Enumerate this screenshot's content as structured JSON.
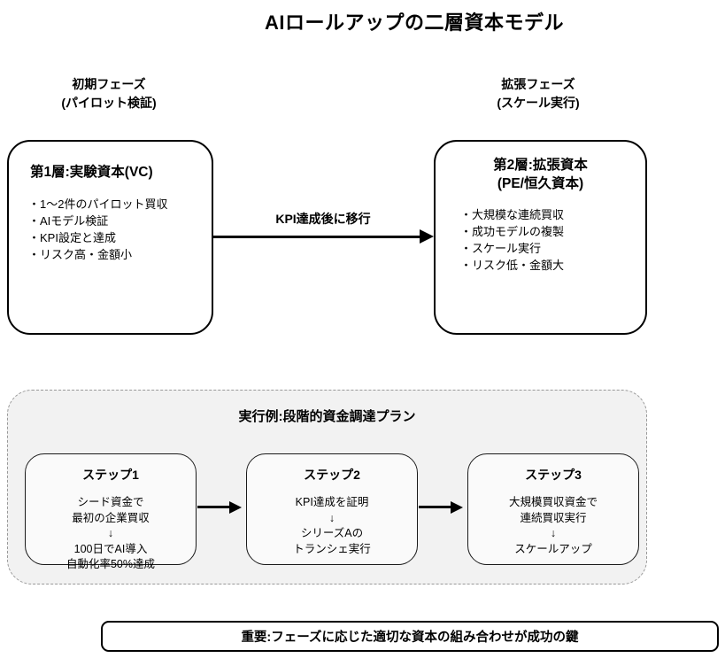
{
  "title": "AIロールアップの二層資本モデル",
  "phases": {
    "left": {
      "line1": "初期フェーズ",
      "line2": "(パイロット検証)"
    },
    "right": {
      "line1": "拡張フェーズ",
      "line2": "(スケール実行)"
    }
  },
  "tier1": {
    "title": "第1層:実験資本(VC)",
    "bullets": [
      "・1〜2件のパイロット買収",
      "・AIモデル検証",
      "・KPI設定と達成",
      "・リスク高・金額小"
    ]
  },
  "transition_arrow": {
    "label": "KPI達成後に移行"
  },
  "tier2": {
    "title_line1": "第2層:拡張資本",
    "title_line2": "(PE/恒久資本)",
    "bullets": [
      "・大規模な連続買収",
      "・成功モデルの複製",
      "・スケール実行",
      "・リスク低・金額大"
    ]
  },
  "execution_plan": {
    "title": "実行例:段階的資金調達プラン",
    "steps": [
      {
        "title": "ステップ1",
        "lines": [
          "シード資金で",
          "最初の企業買収",
          "↓",
          "100日でAI導入",
          "自動化率50%達成"
        ]
      },
      {
        "title": "ステップ2",
        "lines": [
          "KPI達成を証明",
          "↓",
          "シリーズAの",
          "トランシェ実行"
        ]
      },
      {
        "title": "ステップ3",
        "lines": [
          "大規模買収資金で",
          "連続買収実行",
          "↓",
          "スケールアップ"
        ]
      }
    ]
  },
  "footer_note": "重要:フェーズに応じた適切な資本の組み合わせが成功の鍵",
  "colors": {
    "page_bg": "#ffffff",
    "ink": "#000000",
    "panel_bg": "#f2f2f2",
    "panel_border": "#999999",
    "step_bg": "#fafafa"
  }
}
